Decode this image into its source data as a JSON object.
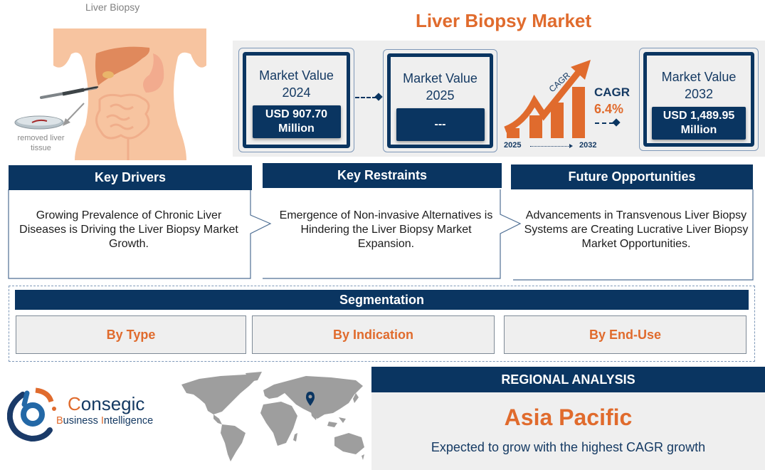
{
  "illustration": {
    "title": "Liver Biopsy",
    "tissue_label": "removed liver tissue"
  },
  "header": {
    "title": "Liver Biopsy Market"
  },
  "market_values": [
    {
      "label_line1": "Market Value",
      "year": "2024",
      "value": "USD 907.70 Million"
    },
    {
      "label_line1": "Market Value",
      "year": "2025",
      "value": "---"
    },
    {
      "label_line1": "Market Value",
      "year": "2032",
      "value": "USD 1,489.95 Million"
    }
  ],
  "cagr": {
    "graphic_label": "CAGR",
    "title": "CAGR",
    "value": "6.4%",
    "start_year": "2025",
    "end_year": "2032"
  },
  "key_sections": [
    {
      "title": "Key Drivers",
      "text": "Growing Prevalence of Chronic Liver Diseases is Driving the Liver Biopsy Market Growth."
    },
    {
      "title": "Key Restraints",
      "text": "Emergence of Non-invasive Alternatives is Hindering the Liver Biopsy Market Expansion."
    },
    {
      "title": "Future Opportunities",
      "text": "Advancements in Transvenous Liver Biopsy Systems are Creating Lucrative Liver Biopsy Market Opportunities."
    }
  ],
  "segmentation": {
    "title": "Segmentation",
    "items": [
      "By Type",
      "By Indication",
      "By End-Use"
    ]
  },
  "logo": {
    "name_first": "C",
    "name_rest": "onsegic",
    "tagline_b": "B",
    "tagline_usiness": "usiness ",
    "tagline_i": "I",
    "tagline_ntelligence": "ntelligence"
  },
  "regional": {
    "title": "REGIONAL ANALYSIS",
    "region": "Asia Pacific",
    "description": "Expected to grow with the highest CAGR growth"
  },
  "colors": {
    "navy": "#0A3561",
    "orange": "#E06B2D",
    "panel_gray": "#EFEFEF",
    "skin": "#F6C8A2"
  }
}
